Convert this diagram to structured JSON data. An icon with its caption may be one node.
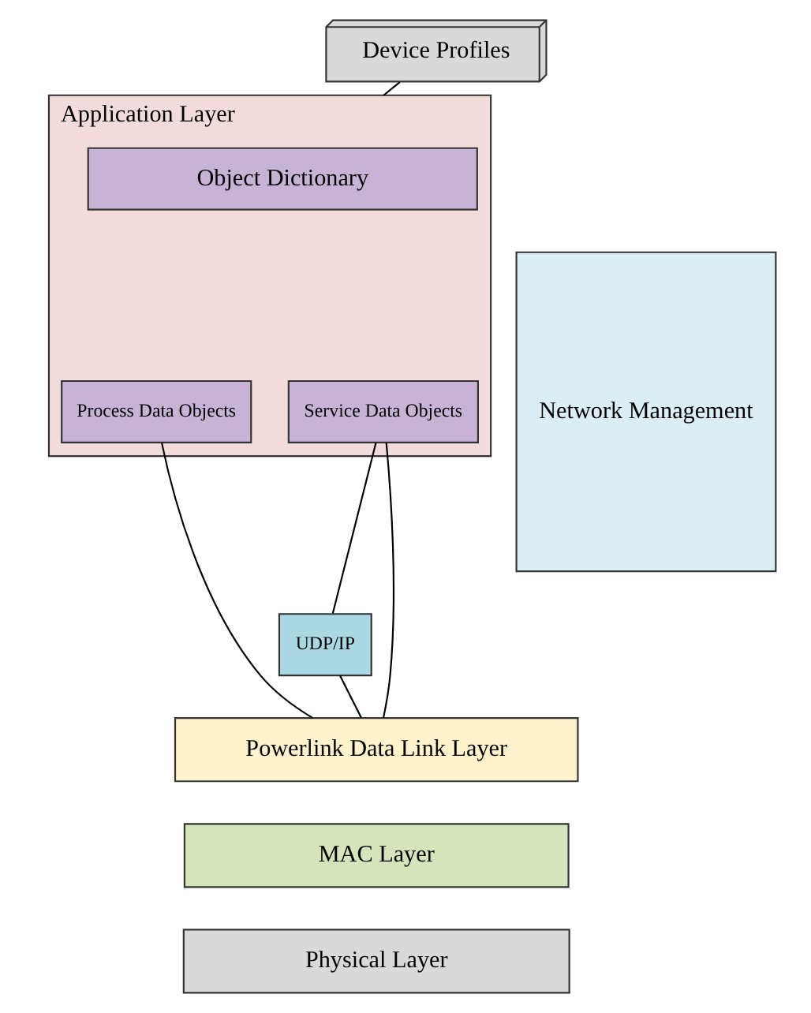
{
  "diagram": {
    "nodes": [
      {
        "text": [
          "Device Profiles"
        ]
      },
      {
        "text": [
          "Network Management"
        ]
      },
      {
        "text": [
          "Application Layer"
        ]
      },
      {
        "text": [
          "Object Dictionary"
        ],
        "in": 2
      },
      {
        "text": [
          "Process Data Objects"
        ],
        "in": 2
      },
      {
        "text": [
          "Service Data Objects"
        ],
        "in": 2
      },
      {
        "text": [
          "UDP/IP"
        ]
      },
      {
        "text": [
          "Powerlink Data Link Layer"
        ]
      },
      {
        "text": [
          "MAC Layer"
        ]
      },
      {
        "text": [
          "Physical Layer"
        ]
      }
    ],
    "edges": [
      {
        "from": 0,
        "to": 2,
        "arrow": "none"
      },
      {
        "from": 4,
        "to": 7,
        "arrow": "none"
      },
      {
        "from": 5,
        "to": 7,
        "arrow": "none"
      },
      {
        "from": 5,
        "to": 6,
        "arrow": "none"
      },
      {
        "from": 6,
        "to": 7,
        "arrow": "none"
      }
    ]
  }
}
